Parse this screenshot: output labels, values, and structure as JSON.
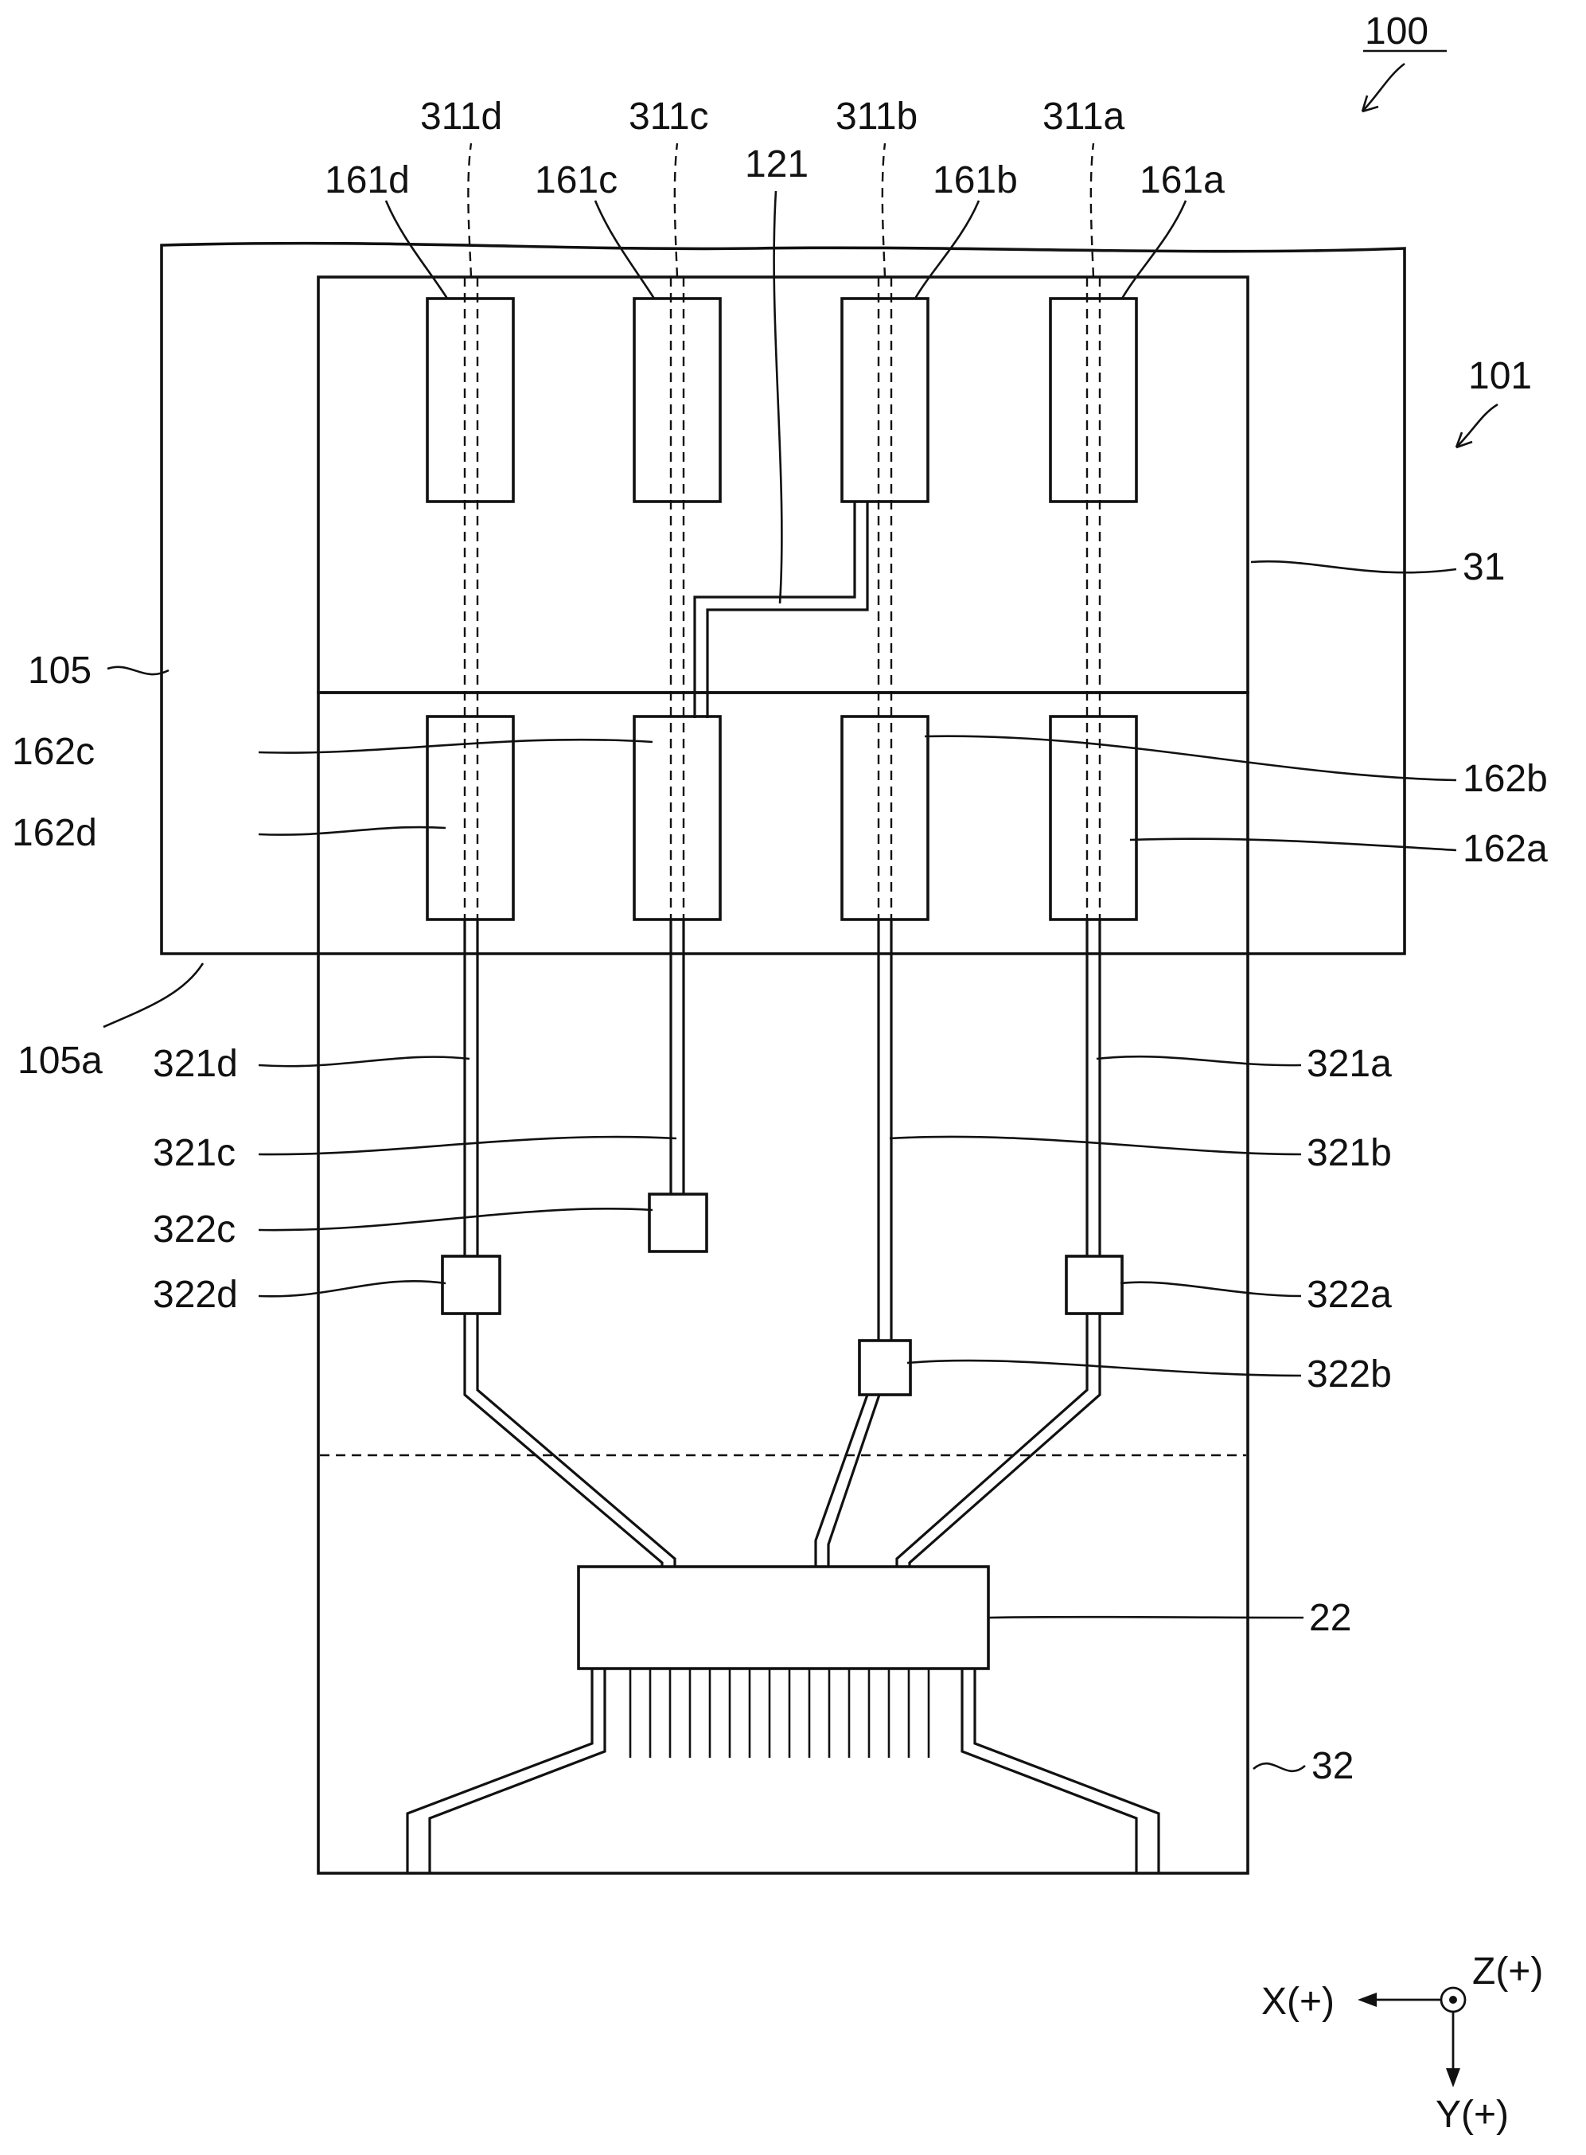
{
  "figure_ref": "100",
  "labels": {
    "l100": "100",
    "l101": "101",
    "l31": "31",
    "l105": "105",
    "l105a": "105a",
    "l121": "121",
    "l22": "22",
    "l32": "32",
    "l311a": "311a",
    "l311b": "311b",
    "l311c": "311c",
    "l311d": "311d",
    "l161a": "161a",
    "l161b": "161b",
    "l161c": "161c",
    "l161d": "161d",
    "l162a": "162a",
    "l162b": "162b",
    "l162c": "162c",
    "l162d": "162d",
    "l321a": "321a",
    "l321b": "321b",
    "l321c": "321c",
    "l321d": "321d",
    "l322a": "322a",
    "l322b": "322b",
    "l322c": "322c",
    "l322d": "322d"
  },
  "axes": {
    "x": "X(+)",
    "y": "Y(+)",
    "z": "Z(+)"
  }
}
